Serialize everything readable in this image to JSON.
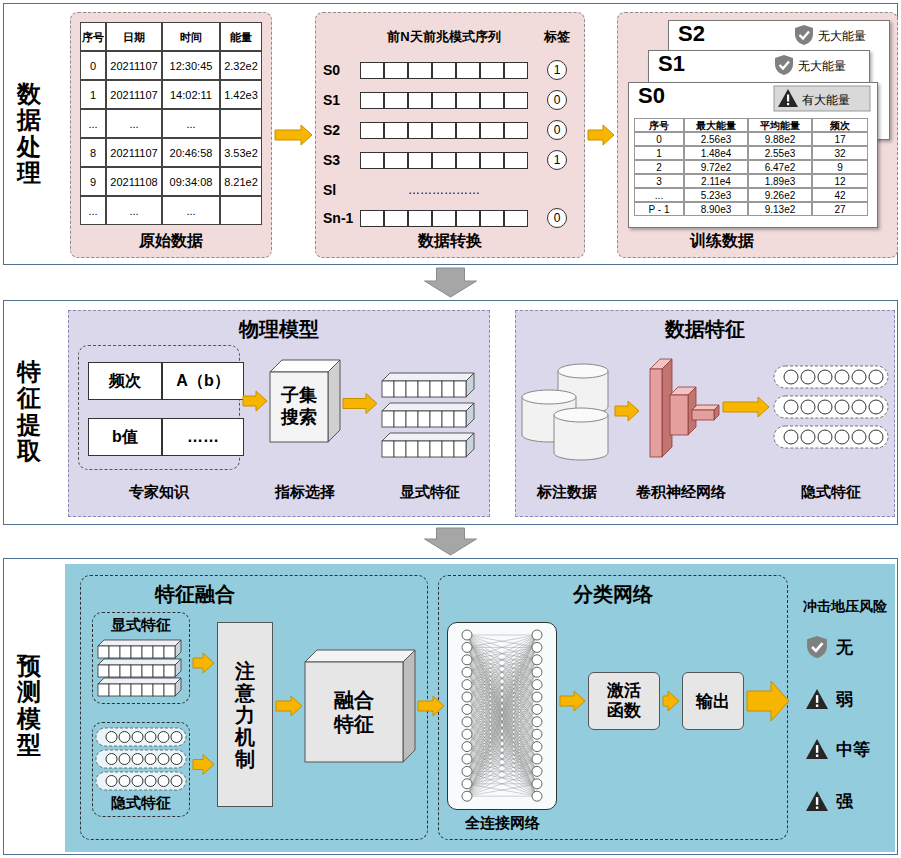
{
  "diagram": {
    "nodes": [
      {
        "text": [
          "数据处理"
        ]
      },
      {
        "text": [
          "原始数据"
        ],
        "in": 0
      },
      {
        "text": [
          "前N天前兆模式序列",
          "标签",
          "数据转换"
        ],
        "in": 0
      },
      {
        "text": [
          "1"
        ],
        "in": 2
      },
      {
        "text": [
          "0"
        ],
        "in": 2
      },
      {
        "text": [
          "0"
        ],
        "in": 2
      },
      {
        "text": [
          "1"
        ],
        "in": 2
      },
      {
        "text": [
          "0"
        ],
        "in": 2
      },
      {
        "text": [
          "训练数据"
        ],
        "in": 0
      },
      {
        "text": [
          "S2",
          "无大能量"
        ],
        "in": 8
      },
      {
        "text": [
          "S1",
          "无大能量"
        ],
        "in": 8
      },
      {
        "text": [
          "S0",
          "有大能量"
        ],
        "in": 8
      },
      {
        "text": [
          "特征提取"
        ]
      },
      {
        "text": [
          "物理模型"
        ],
        "in": 12
      },
      {
        "text": [
          "专家知识"
        ],
        "in": 13
      },
      {
        "text": [
          "频次"
        ],
        "in": 14
      },
      {
        "text": [
          "A（b）"
        ],
        "in": 14
      },
      {
        "text": [
          "b值"
        ],
        "in": 14
      },
      {
        "text": [
          "……"
        ],
        "in": 14
      },
      {
        "text": [
          "子集搜索",
          "指标选择"
        ],
        "in": 13
      },
      {
        "text": [
          "显式特征"
        ],
        "in": 13
      },
      {
        "text": [
          "数据特征"
        ],
        "in": 12
      },
      {
        "text": [
          "标注数据"
        ],
        "in": 21
      },
      {
        "text": [
          "卷积神经网络"
        ],
        "in": 21
      },
      {
        "text": [
          "隐式特征"
        ],
        "in": 21
      },
      {
        "text": [
          "预测模型"
        ]
      },
      {
        "text": [
          "特征融合"
        ],
        "in": 25
      },
      {
        "text": [
          "显式特征"
        ],
        "in": 26
      },
      {
        "text": [
          "隐式特征"
        ],
        "in": 26
      },
      {
        "text": [
          "注意力机制"
        ],
        "in": 26
      },
      {
        "text": [
          "融合特征"
        ],
        "in": 26
      },
      {
        "text": [
          "分类网络"
        ],
        "in": 25
      },
      {
        "text": [
          "全连接网络"
        ],
        "in": 31
      },
      {
        "text": [
          "激活函数"
        ],
        "in": 31
      },
      {
        "text": [
          "输出"
        ],
        "in": 31
      },
      {
        "text": [
          "冲击地压风险",
          "无",
          "弱",
          "中等",
          "强"
        ],
        "in": 25
      }
    ],
    "edges": [
      {
        "from": 1,
        "to": 2,
        "arrow": "to"
      },
      {
        "from": 2,
        "to": 8,
        "arrow": "to"
      },
      {
        "from": 0,
        "to": 12,
        "arrow": "to"
      },
      {
        "from": 14,
        "to": 19,
        "arrow": "to"
      },
      {
        "from": 19,
        "to": 20,
        "arrow": "to"
      },
      {
        "from": 22,
        "to": 23,
        "arrow": "to"
      },
      {
        "from": 23,
        "to": 24,
        "arrow": "to"
      },
      {
        "from": 12,
        "to": 25,
        "arrow": "to"
      },
      {
        "from": 27,
        "to": 29,
        "arrow": "to"
      },
      {
        "from": 28,
        "to": 29,
        "arrow": "to"
      },
      {
        "from": 29,
        "to": 30,
        "arrow": "to"
      },
      {
        "from": 30,
        "to": 32,
        "arrow": "to"
      },
      {
        "from": 32,
        "to": 33,
        "arrow": "to"
      },
      {
        "from": 33,
        "to": 34,
        "arrow": "to"
      },
      {
        "from": 34,
        "to": 35,
        "arrow": "to"
      }
    ],
    "labels": [
      "序号",
      "日期",
      "时间",
      "能量",
      "0",
      "20211107",
      "12:30:45",
      "2.32e2",
      "1",
      "20211107",
      "14:02:11",
      "1.42e3",
      "...",
      "...",
      "...",
      "8",
      "20211107",
      "20:46:58",
      "3.53e2",
      "9",
      "20211108",
      "09:34:08",
      "8.21e2",
      "...",
      "...",
      "...",
      "S0",
      "S1",
      "S2",
      "S3",
      "Sl",
      "………………",
      "Sn-1",
      "序号",
      "最大能量",
      "平均能量",
      "频次",
      "0",
      "2.56e3",
      "9.88e2",
      "17",
      "1",
      "1.48e4",
      "2.55e3",
      "32",
      "2",
      "9.72e2",
      "6.47e2",
      "9",
      "3",
      "2.11e4",
      "1.89e3",
      "12",
      "...",
      "5.23e3",
      "9.26e2",
      "42",
      "P - 1",
      "8.90e3",
      "9.13e2",
      "27"
    ]
  }
}
